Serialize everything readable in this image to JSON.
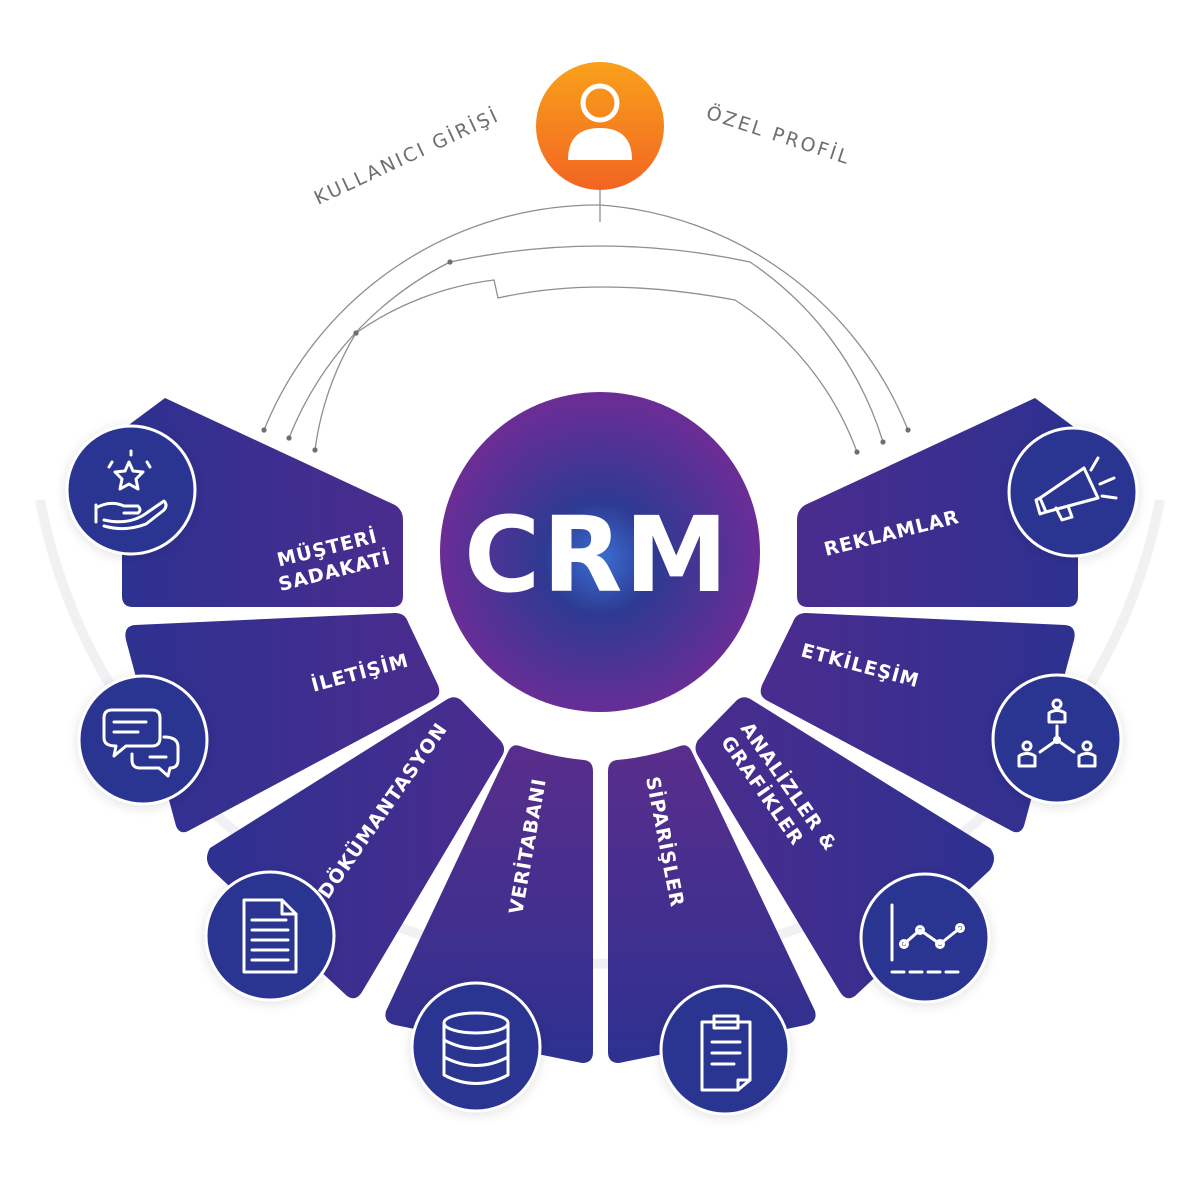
{
  "center": {
    "title": "CRM"
  },
  "user": {
    "left_label": "KULLANICI GİRİŞİ",
    "right_label": "ÖZEL PROFİL",
    "icon": "user-icon"
  },
  "segments": [
    {
      "label_lines": [
        "MÜŞTERİ",
        "SADAKATİ"
      ],
      "icon": "hand-star-icon"
    },
    {
      "label_lines": [
        "İLETİŞİM"
      ],
      "icon": "chat-bubbles-icon"
    },
    {
      "label_lines": [
        "DÖKÜMANTASYON"
      ],
      "icon": "document-icon"
    },
    {
      "label_lines": [
        "VERİTABANI"
      ],
      "icon": "database-icon"
    },
    {
      "label_lines": [
        "SİPARİŞLER"
      ],
      "icon": "clipboard-icon"
    },
    {
      "label_lines": [
        "ANALİZLER &",
        "GRAFİKLER"
      ],
      "icon": "line-chart-icon"
    },
    {
      "label_lines": [
        "ETKİLEŞİM"
      ],
      "icon": "network-people-icon"
    },
    {
      "label_lines": [
        "REKLAMLAR"
      ],
      "icon": "megaphone-icon"
    }
  ],
  "colors": {
    "segment_dark": "#2d3190",
    "segment_purple": "#5a2d8c",
    "icon_circle": "#2c3591",
    "accent_orange": "#f7941d",
    "accent_orange_dark": "#f26522",
    "label_gray": "#6e6e73"
  }
}
